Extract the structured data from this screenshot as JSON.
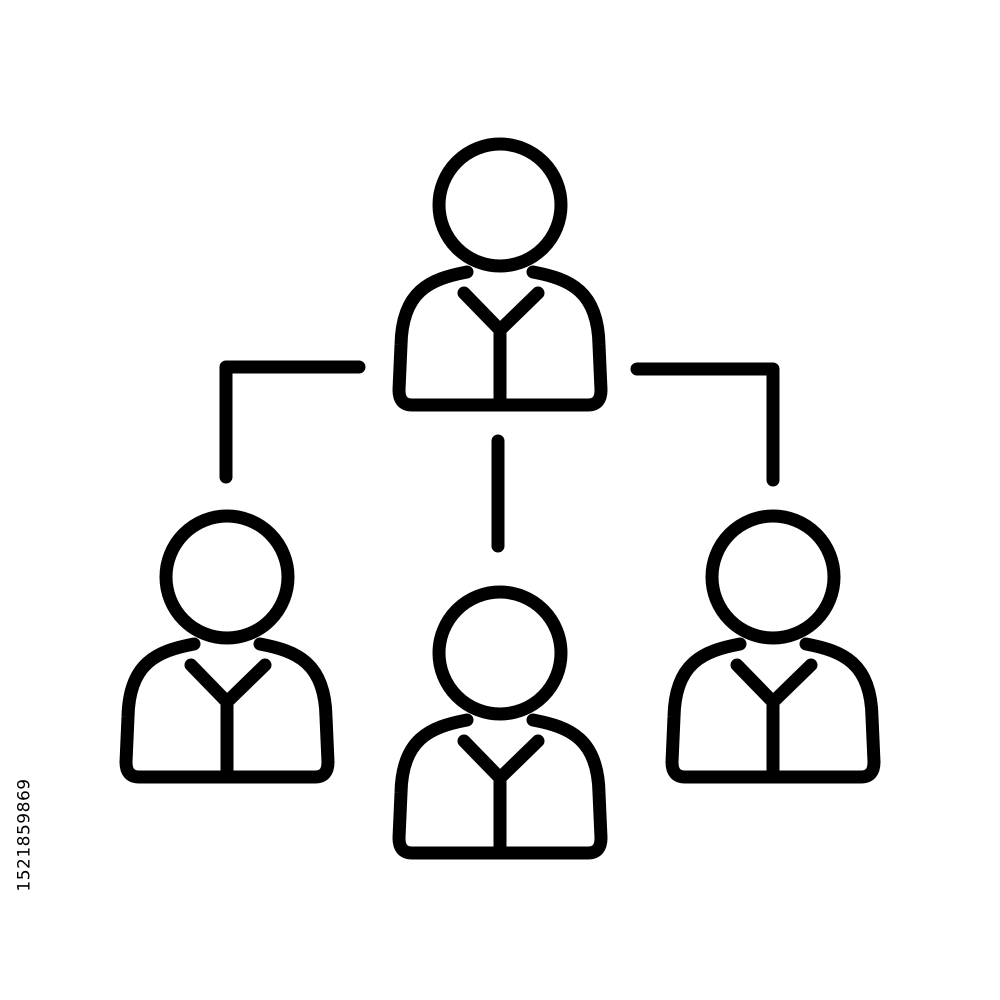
{
  "diagram": {
    "type": "org-chart",
    "nodes": [
      {
        "id": "top",
        "icon": "person-icon"
      },
      {
        "id": "bottom-left",
        "icon": "person-icon"
      },
      {
        "id": "bottom-center",
        "icon": "person-icon"
      },
      {
        "id": "bottom-right",
        "icon": "person-icon"
      }
    ],
    "edges": [
      {
        "from": "top",
        "to": "bottom-left"
      },
      {
        "from": "top",
        "to": "bottom-center"
      },
      {
        "from": "top",
        "to": "bottom-right"
      }
    ],
    "stroke_color": "#000000",
    "background": "#ffffff"
  },
  "watermark": {
    "stock_id": "1521859869"
  }
}
